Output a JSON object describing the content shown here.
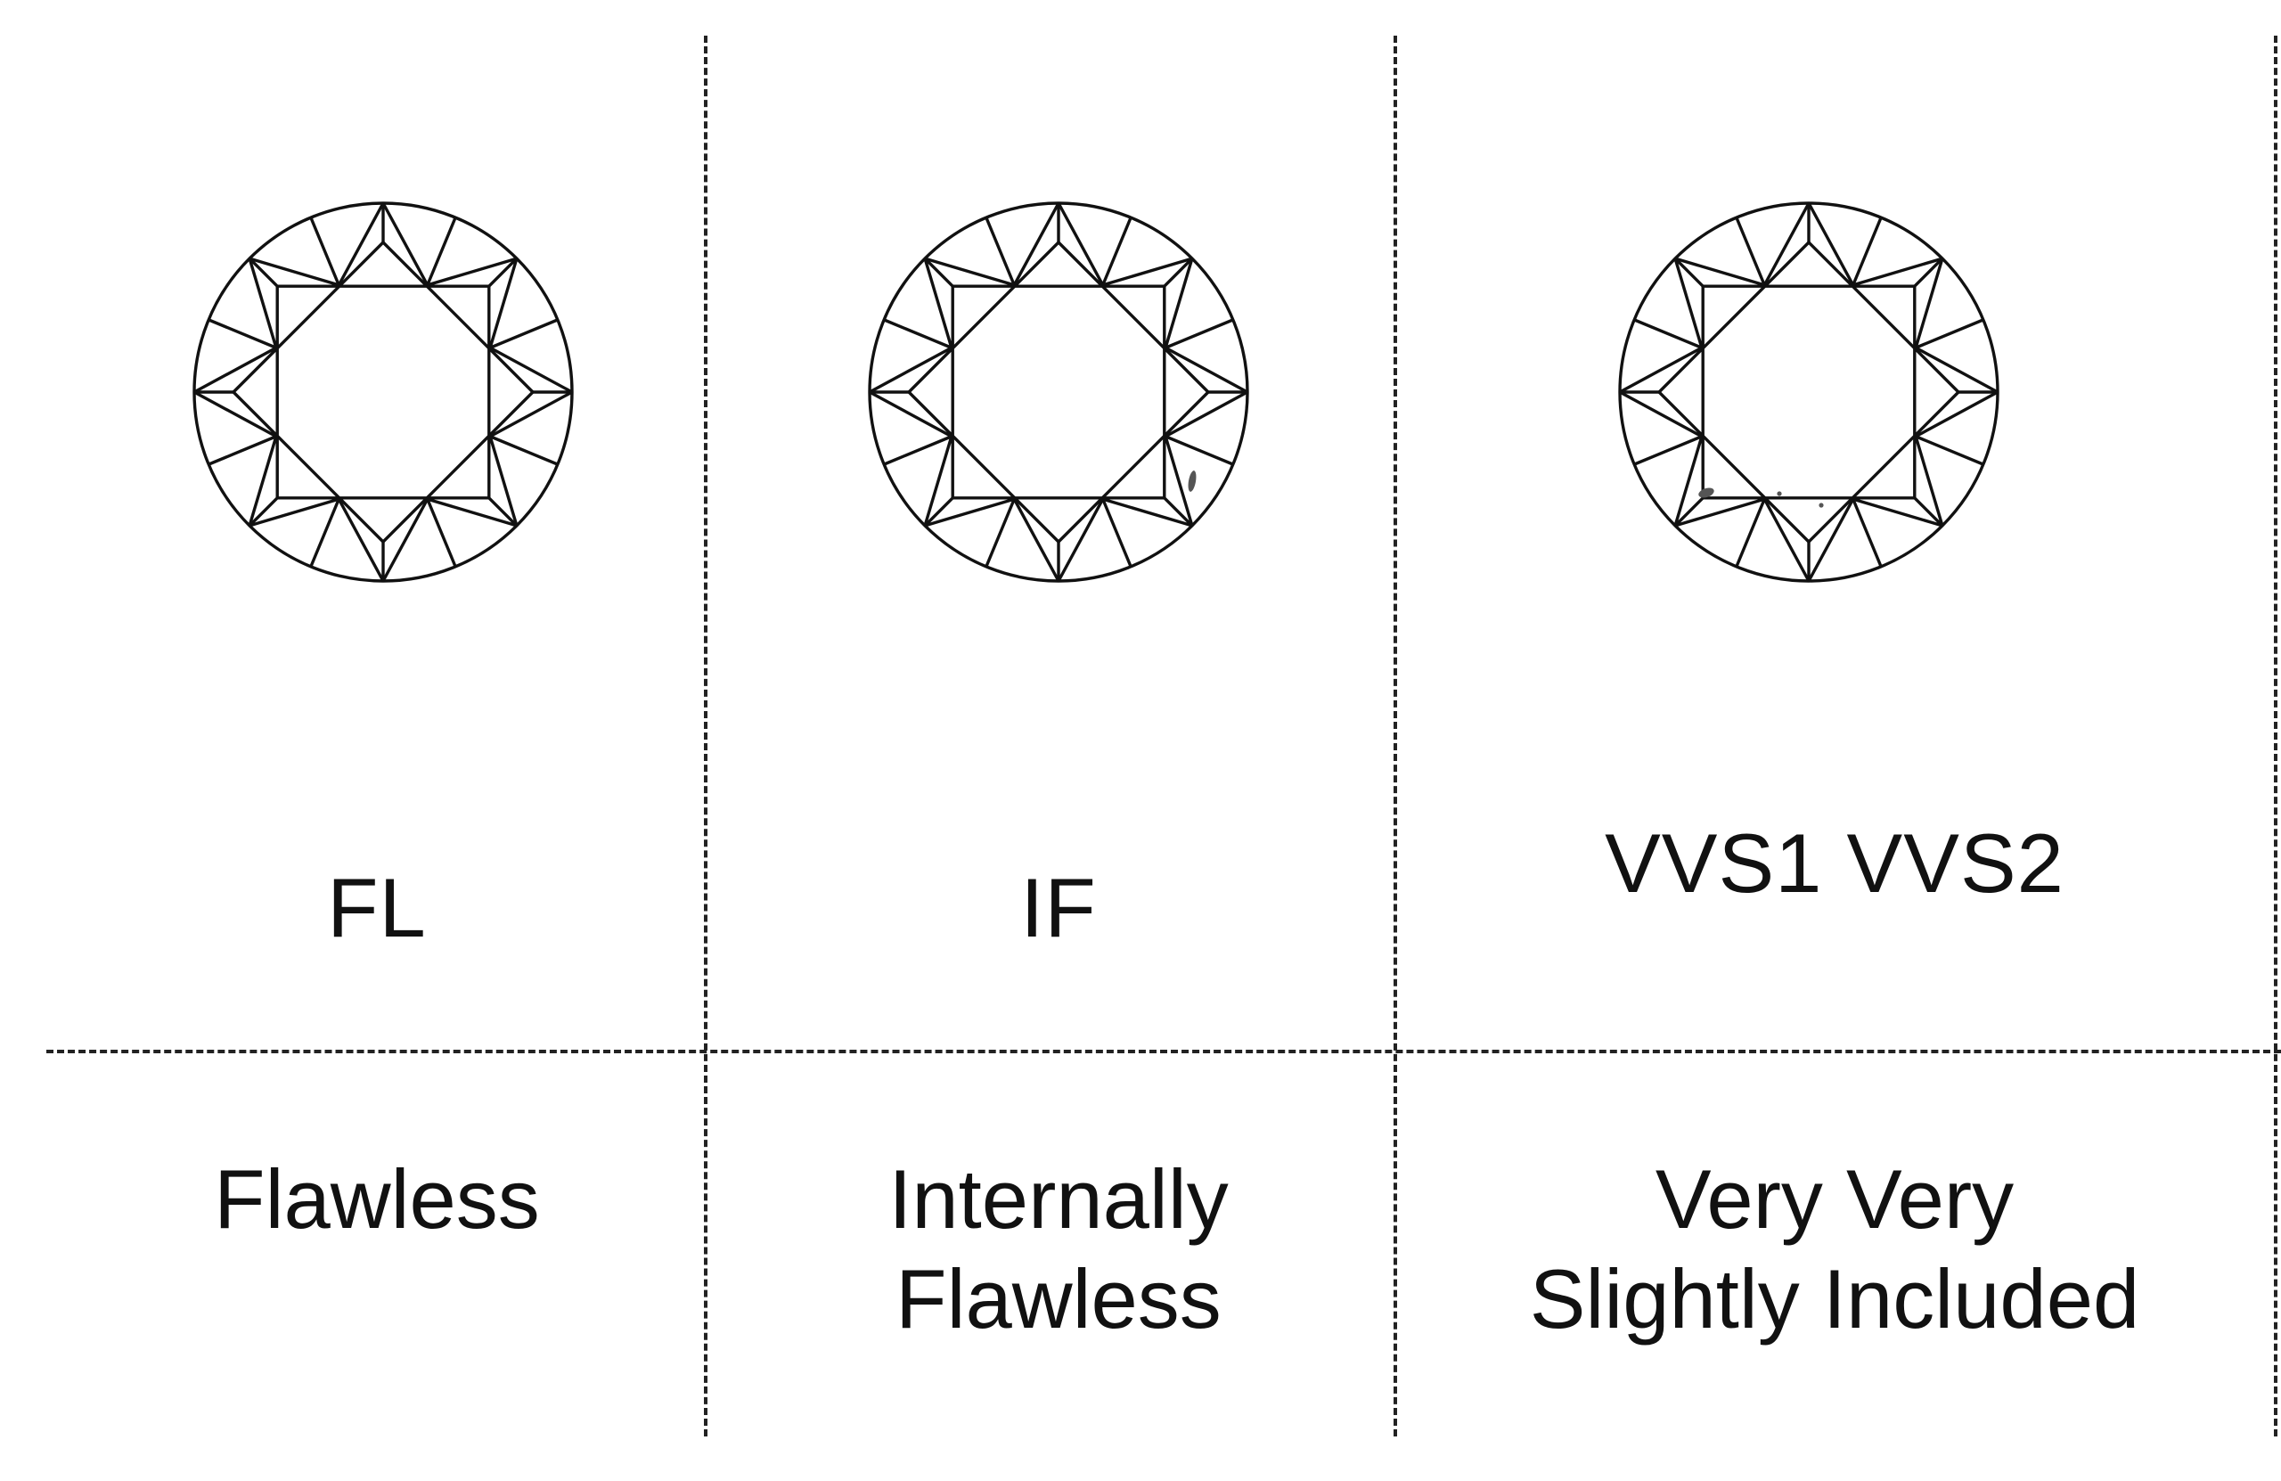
{
  "grades": [
    {
      "code": "FL",
      "name_lines": [
        "Flawless"
      ],
      "inclusions": []
    },
    {
      "code": "IF",
      "name_lines": [
        "Internally",
        "Flawless"
      ],
      "inclusions": [
        "small-inclusion-right"
      ]
    },
    {
      "code": "VVS1 VVS2",
      "name_lines": [
        "Very Very",
        "Slightly Included"
      ],
      "inclusions": [
        "inclusion-lower-left",
        "pinpoint-1",
        "pinpoint-2"
      ]
    }
  ],
  "colors": {
    "line": "#111111",
    "divider": "#222222",
    "inclusion": "#555555",
    "background": "#ffffff"
  }
}
